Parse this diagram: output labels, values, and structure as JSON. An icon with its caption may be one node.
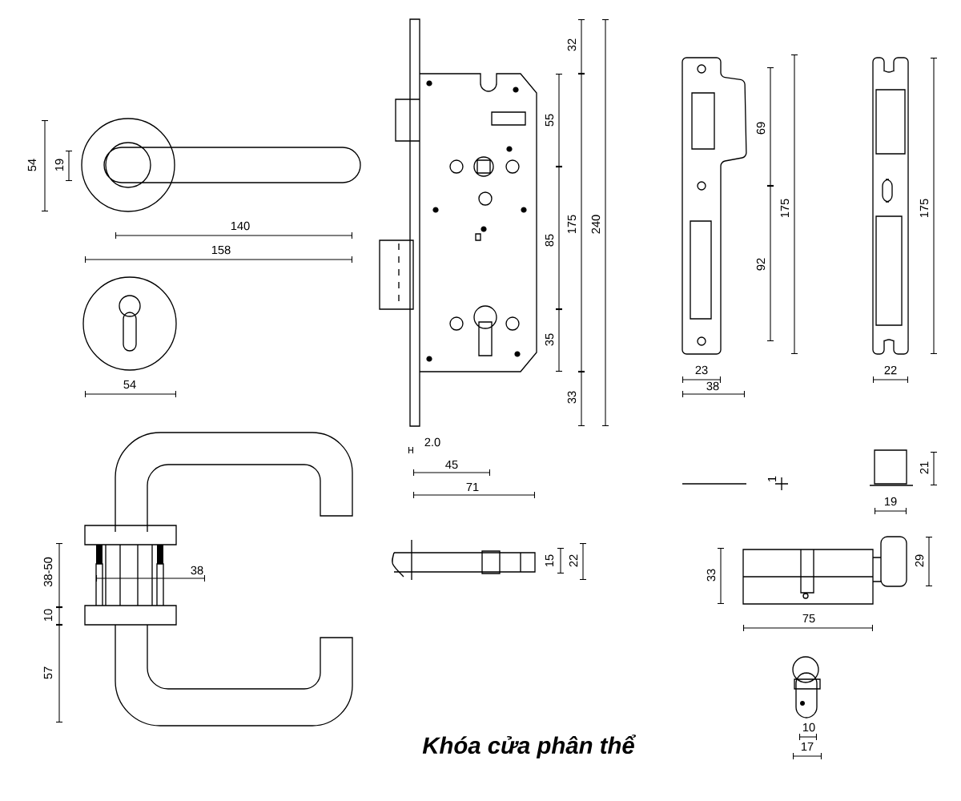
{
  "diagram": {
    "caption": "Khóa cửa phân thể",
    "labels": [
      "54",
      "19",
      "140",
      "158",
      "54",
      "32",
      "55",
      "175",
      "240",
      "85",
      "35",
      "33",
      "2.0",
      "45",
      "71",
      "15",
      "22",
      "69",
      "175",
      "92",
      "23",
      "38",
      "22",
      "175",
      "1",
      "21",
      "19",
      "33",
      "29",
      "75",
      "10",
      "17",
      "38-50",
      "10",
      "57",
      "38"
    ]
  }
}
